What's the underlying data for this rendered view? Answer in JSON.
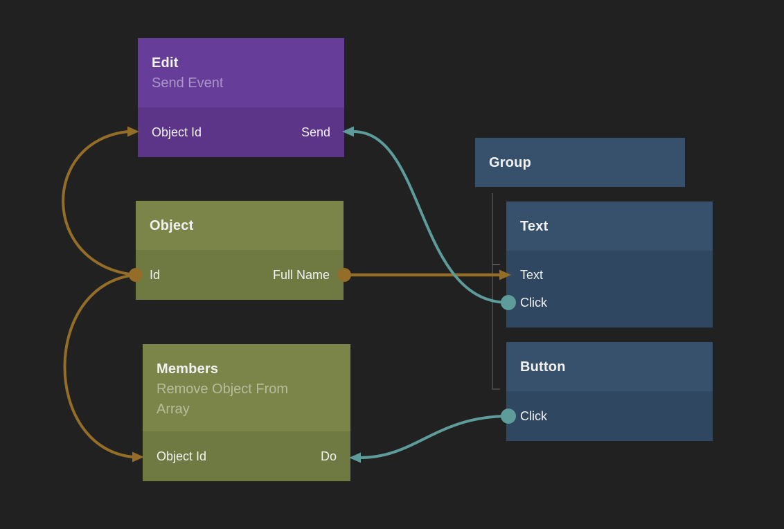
{
  "app": {
    "view": "node-graph-editor"
  },
  "palette": {
    "background": "#212121",
    "node_purple_header": "#673d9a",
    "node_purple_body": "#5c3488",
    "node_olive_header": "#7b8549",
    "node_olive_body": "#6f7a42",
    "node_blue_header": "#37506c",
    "node_blue_body": "#304762",
    "link_data": "#946e28",
    "link_signal": "#5e9c9c",
    "hierarchy_line": "#454545",
    "hierarchy_tick": "#555555",
    "title_text": "#f1f1f1",
    "subtitle_text": "rgba(255,255,255,0.45)",
    "port_text": "#f1f1f1"
  },
  "nodes": {
    "edit": {
      "title": "Edit",
      "subtitle": "Send Event",
      "inputs": [
        "Object Id"
      ],
      "outputs": [
        "Send"
      ]
    },
    "object": {
      "title": "Object",
      "inputs": [
        "Id"
      ],
      "outputs": [
        "Full Name"
      ]
    },
    "members": {
      "title": "Members",
      "subtitle": "Remove Object From Array",
      "inputs": [
        "Object Id"
      ],
      "outputs": [
        "Do"
      ]
    },
    "group": {
      "title": "Group"
    },
    "text": {
      "title": "Text",
      "inputs": [
        "Text"
      ],
      "outputs": [
        "Click"
      ]
    },
    "button": {
      "title": "Button",
      "outputs": [
        "Click"
      ]
    }
  },
  "connections": [
    {
      "from": "Object.Id",
      "to": "Edit.Object Id",
      "kind": "data"
    },
    {
      "from": "Object.Id",
      "to": "Members.Object Id",
      "kind": "data"
    },
    {
      "from": "Object.Full Name",
      "to": "Text.Text",
      "kind": "data"
    },
    {
      "from": "Text.Click",
      "to": "Edit.Send",
      "kind": "signal"
    },
    {
      "from": "Button.Click",
      "to": "Members.Do",
      "kind": "signal"
    }
  ],
  "hierarchy": {
    "parent": "Group",
    "children": [
      "Text",
      "Button"
    ]
  }
}
